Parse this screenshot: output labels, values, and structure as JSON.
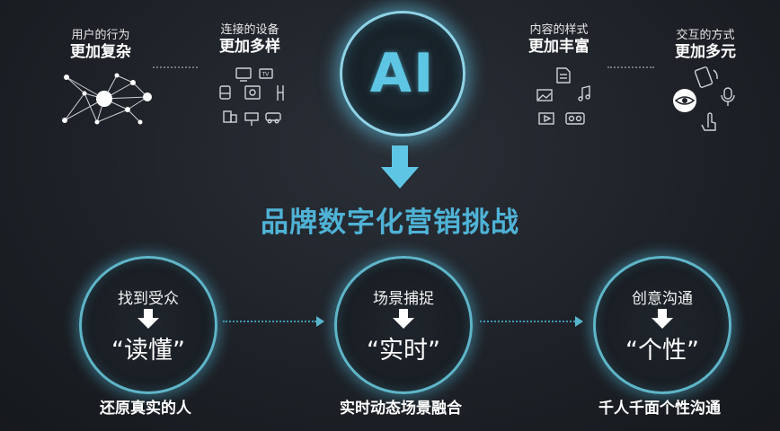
{
  "trends": [
    {
      "line1": "用户的行为",
      "line2": "更加复杂"
    },
    {
      "line1": "连接的设备",
      "line2": "更加多样"
    },
    {
      "line1": "内容的样式",
      "line2": "更加丰富"
    },
    {
      "line1": "交互的方式",
      "line2": "更加多元"
    }
  ],
  "center": {
    "label": "AI",
    "accent": "#5ec6e4"
  },
  "headline": "品牌数字化营销挑战",
  "stages": [
    {
      "top": "找到受众",
      "quote": "“读懂”",
      "caption": "还原真实的人"
    },
    {
      "top": "场景捕捉",
      "quote": "“实时”",
      "caption": "实时动态场景融合"
    },
    {
      "top": "创意沟通",
      "quote": "“个性”",
      "caption": "千人千面个性沟通"
    }
  ],
  "icons": {
    "network": "network-graph-icon",
    "devices": [
      "monitor-icon",
      "tv-icon",
      "train-icon",
      "radio-icon",
      "elevator-icon",
      "building-icon",
      "billboard-icon",
      "car-icon"
    ],
    "content": [
      "document-icon",
      "image-icon",
      "music-icon",
      "video-icon",
      "vr-glasses-icon"
    ],
    "interaction": [
      "rotate-phone-icon",
      "eye-icon",
      "microphone-icon",
      "touch-gesture-icon"
    ]
  },
  "colors": {
    "headline": "#4fb3d6",
    "big_arrow": "#5ec6e4",
    "glow": "#8fd3e6"
  }
}
